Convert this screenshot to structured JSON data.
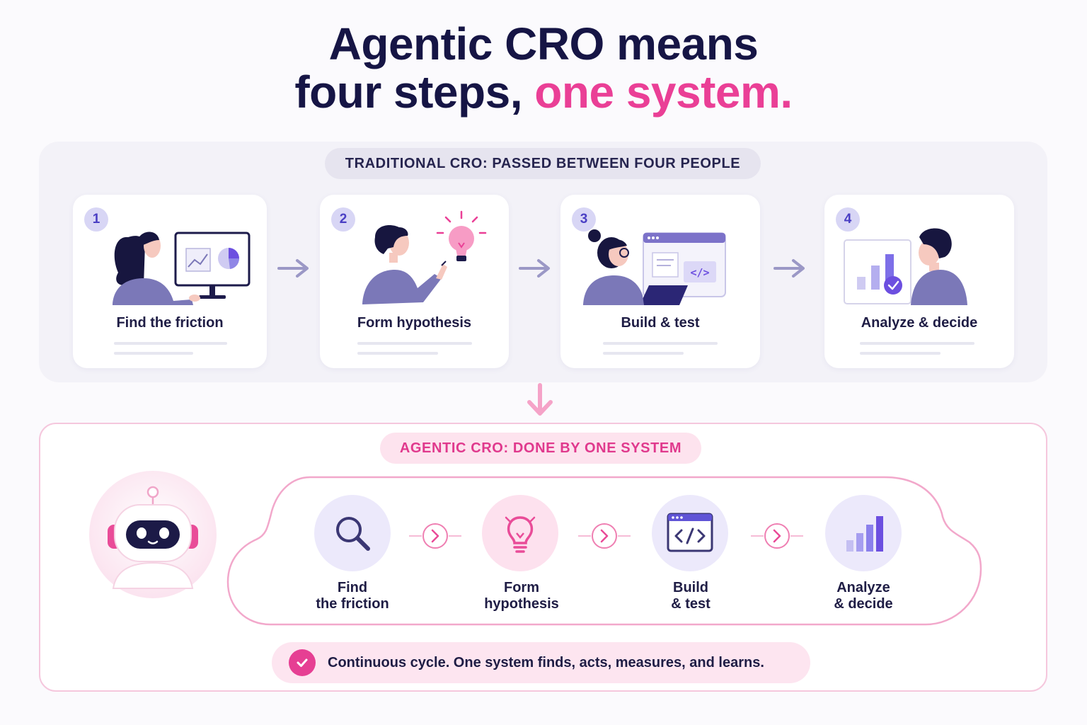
{
  "title": {
    "line1": "Agentic CRO means",
    "line2_plain": "four steps, ",
    "line2_accent": "one system."
  },
  "traditional": {
    "heading": "TRADITIONAL CRO: PASSED BETWEEN FOUR PEOPLE",
    "steps": [
      {
        "number": "1",
        "label": "Find the friction",
        "icon": "person-at-monitor-icon"
      },
      {
        "number": "2",
        "label": "Form hypothesis",
        "icon": "person-with-lightbulb-icon"
      },
      {
        "number": "3",
        "label": "Build & test",
        "icon": "person-at-laptop-code-icon"
      },
      {
        "number": "4",
        "label": "Analyze & decide",
        "icon": "person-with-bar-chart-icon"
      }
    ]
  },
  "agentic": {
    "heading": "AGENTIC CRO: DONE BY ONE SYSTEM",
    "steps": [
      {
        "line1": "Find",
        "line2": "the friction",
        "icon": "magnifier-icon"
      },
      {
        "line1": "Form",
        "line2": "hypothesis",
        "icon": "lightbulb-icon"
      },
      {
        "line1": "Build",
        "line2": "& test",
        "icon": "code-window-icon"
      },
      {
        "line1": "Analyze",
        "line2": "& decide",
        "icon": "bar-chart-icon"
      }
    ],
    "footer": "Continuous cycle. One system finds, acts, measures, and learns."
  },
  "colors": {
    "navy": "#161545",
    "pink": "#ea3f96",
    "lavender": "#7b78b8",
    "violet": "#6c4fe0"
  }
}
